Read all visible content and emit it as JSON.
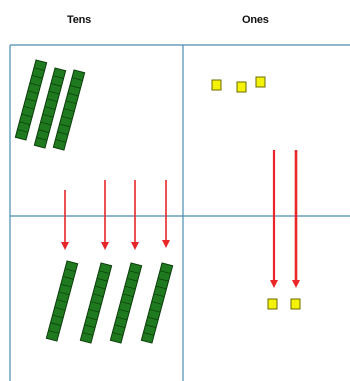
{
  "headers": {
    "tens": "Tens",
    "ones": "Ones"
  },
  "colors": {
    "grid_line": "#4a8cb0",
    "ten_rod_fill": "#1f7a1f",
    "ten_rod_stroke": "#0b3d0b",
    "one_cube_fill": "#f5f20a",
    "one_cube_stroke": "#6b6b00",
    "arrow": "#e8262a"
  },
  "counts": {
    "top_tens_rods": 3,
    "top_ones_cubes": 3,
    "bottom_tens_rods": 4,
    "bottom_ones_cubes": 2,
    "tens_arrows": 4,
    "ones_arrows": 2
  }
}
